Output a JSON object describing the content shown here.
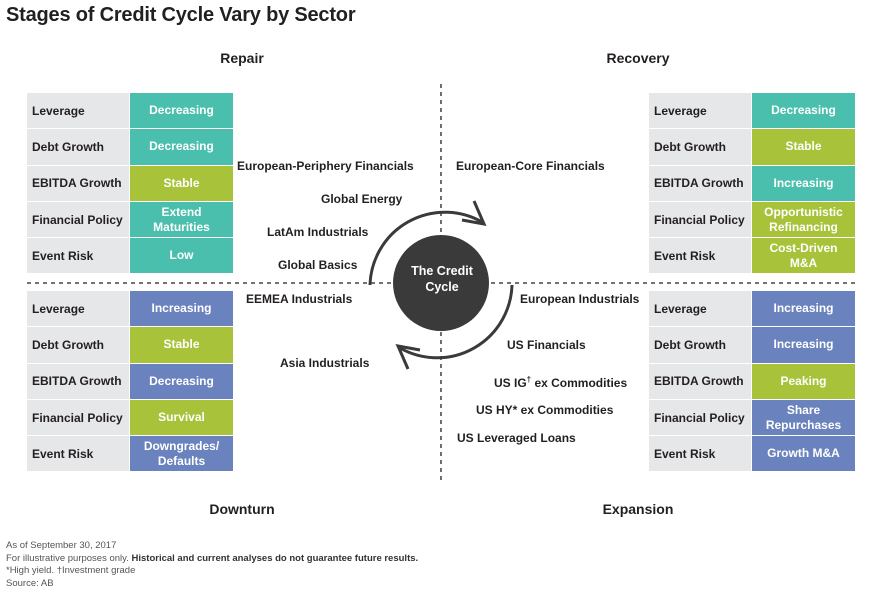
{
  "title": "Stages of Credit Cycle Vary by Sector",
  "center": {
    "line1": "The Credit",
    "line2": "Cycle"
  },
  "colors": {
    "teal": "#4bbfad",
    "green": "#a8c23a",
    "blue": "#6a82bd",
    "gray": "#e6e7e8",
    "circle": "#3a3a3a"
  },
  "quadrants": {
    "repair": {
      "title": "Repair",
      "rows": [
        {
          "label": "Leverage",
          "value": "Decreasing",
          "color": "teal"
        },
        {
          "label": "Debt Growth",
          "value": "Decreasing",
          "color": "teal"
        },
        {
          "label": "EBITDA Growth",
          "value": "Stable",
          "color": "green"
        },
        {
          "label": "Financial Policy",
          "value": "Extend\nMaturities",
          "color": "teal"
        },
        {
          "label": "Event Risk",
          "value": "Low",
          "color": "teal"
        }
      ]
    },
    "recovery": {
      "title": "Recovery",
      "rows": [
        {
          "label": "Leverage",
          "value": "Decreasing",
          "color": "teal"
        },
        {
          "label": "Debt Growth",
          "value": "Stable",
          "color": "green"
        },
        {
          "label": "EBITDA Growth",
          "value": "Increasing",
          "color": "teal"
        },
        {
          "label": "Financial Policy",
          "value": "Opportunistic\nRefinancing",
          "color": "green"
        },
        {
          "label": "Event Risk",
          "value": "Cost-Driven\nM&A",
          "color": "green"
        }
      ]
    },
    "downturn": {
      "title": "Downturn",
      "rows": [
        {
          "label": "Leverage",
          "value": "Increasing",
          "color": "blue"
        },
        {
          "label": "Debt Growth",
          "value": "Stable",
          "color": "green"
        },
        {
          "label": "EBITDA Growth",
          "value": "Decreasing",
          "color": "blue"
        },
        {
          "label": "Financial Policy",
          "value": "Survival",
          "color": "green"
        },
        {
          "label": "Event Risk",
          "value": "Downgrades/\nDefaults",
          "color": "blue"
        }
      ]
    },
    "expansion": {
      "title": "Expansion",
      "rows": [
        {
          "label": "Leverage",
          "value": "Increasing",
          "color": "blue"
        },
        {
          "label": "Debt Growth",
          "value": "Increasing",
          "color": "blue"
        },
        {
          "label": "EBITDA Growth",
          "value": "Peaking",
          "color": "green"
        },
        {
          "label": "Financial Policy",
          "value": "Share\nRepurchases",
          "color": "blue"
        },
        {
          "label": "Event Risk",
          "value": "Growth M&A",
          "color": "blue"
        }
      ]
    }
  },
  "sectors": {
    "repair": [
      "European-Periphery Financials",
      "Global Energy",
      "LatAm Industrials",
      "Global Basics"
    ],
    "recovery": [
      "European-Core Financials"
    ],
    "downturn": [
      "EEMEA Industrials",
      "Asia Industrials"
    ],
    "expansion": {
      "european_industrials": "European Industrials",
      "us_financials": "US Financials",
      "us_ig_pre": "US IG",
      "us_ig_sup": "†",
      "us_ig_post": " ex Commodities",
      "us_hy": "US HY* ex Commodities",
      "us_loans": "US Leveraged Loans"
    }
  },
  "footnotes": {
    "date": "As of September 30, 2017",
    "illustrative": "For illustrative purposes only. ",
    "disclaimer": "Historical and current analyses do not guarantee future results.",
    "abbrev": "*High yield. †Investment grade",
    "source": "Source: AB"
  }
}
